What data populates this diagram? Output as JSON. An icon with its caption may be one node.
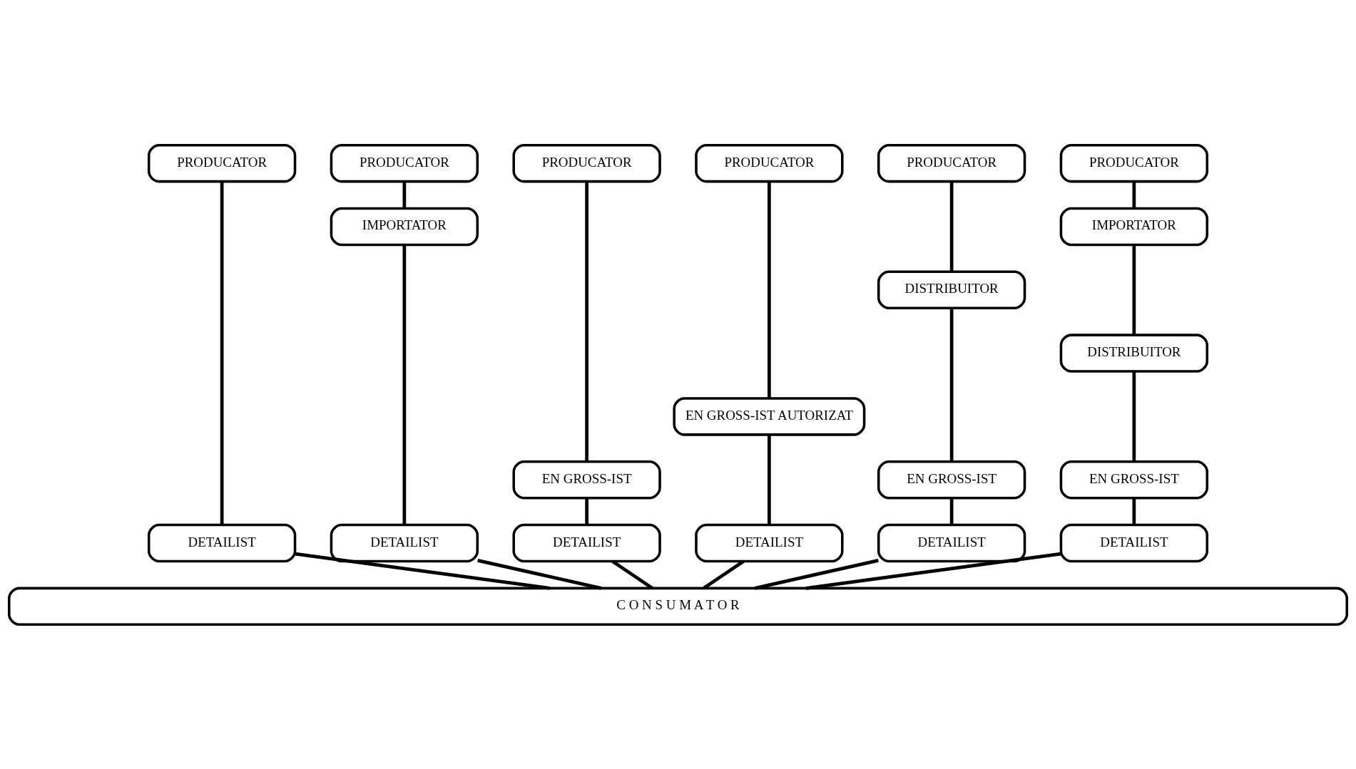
{
  "diagram": {
    "nodes": [
      {
        "text": [
          "PRODUCATOR"
        ]
      },
      {
        "text": [
          "PRODUCATOR"
        ]
      },
      {
        "text": [
          "PRODUCATOR"
        ]
      },
      {
        "text": [
          "PRODUCATOR"
        ]
      },
      {
        "text": [
          "PRODUCATOR"
        ]
      },
      {
        "text": [
          "PRODUCATOR"
        ]
      },
      {
        "text": [
          "IMPORTATOR"
        ]
      },
      {
        "text": [
          "IMPORTATOR"
        ]
      },
      {
        "text": [
          "DISTRIBUITOR"
        ]
      },
      {
        "text": [
          "DISTRIBUITOR"
        ]
      },
      {
        "text": [
          "EN GROSS-IST AUTORIZAT"
        ]
      },
      {
        "text": [
          "EN GROSS-IST"
        ]
      },
      {
        "text": [
          "EN GROSS-IST"
        ]
      },
      {
        "text": [
          "EN GROSS-IST"
        ]
      },
      {
        "text": [
          "DETAILIST"
        ]
      },
      {
        "text": [
          "DETAILIST"
        ]
      },
      {
        "text": [
          "DETAILIST"
        ]
      },
      {
        "text": [
          "DETAILIST"
        ]
      },
      {
        "text": [
          "DETAILIST"
        ]
      },
      {
        "text": [
          "DETAILIST"
        ]
      },
      {
        "text": [
          "C O N S U M A T O R"
        ]
      }
    ],
    "edges": [
      {
        "from": 0,
        "to": 14,
        "arrow": "none"
      },
      {
        "from": 14,
        "to": 20,
        "arrow": "none"
      },
      {
        "from": 1,
        "to": 6,
        "arrow": "none"
      },
      {
        "from": 6,
        "to": 15,
        "arrow": "none"
      },
      {
        "from": 15,
        "to": 20,
        "arrow": "none"
      },
      {
        "from": 2,
        "to": 11,
        "arrow": "none"
      },
      {
        "from": 11,
        "to": 16,
        "arrow": "none"
      },
      {
        "from": 16,
        "to": 20,
        "arrow": "none"
      },
      {
        "from": 3,
        "to": 10,
        "arrow": "none"
      },
      {
        "from": 10,
        "to": 17,
        "arrow": "none"
      },
      {
        "from": 17,
        "to": 20,
        "arrow": "none"
      },
      {
        "from": 4,
        "to": 8,
        "arrow": "none"
      },
      {
        "from": 8,
        "to": 12,
        "arrow": "none"
      },
      {
        "from": 12,
        "to": 18,
        "arrow": "none"
      },
      {
        "from": 18,
        "to": 20,
        "arrow": "none"
      },
      {
        "from": 5,
        "to": 7,
        "arrow": "none"
      },
      {
        "from": 7,
        "to": 9,
        "arrow": "none"
      },
      {
        "from": 9,
        "to": 13,
        "arrow": "none"
      },
      {
        "from": 13,
        "to": 19,
        "arrow": "none"
      },
      {
        "from": 19,
        "to": 20,
        "arrow": "none"
      }
    ]
  }
}
